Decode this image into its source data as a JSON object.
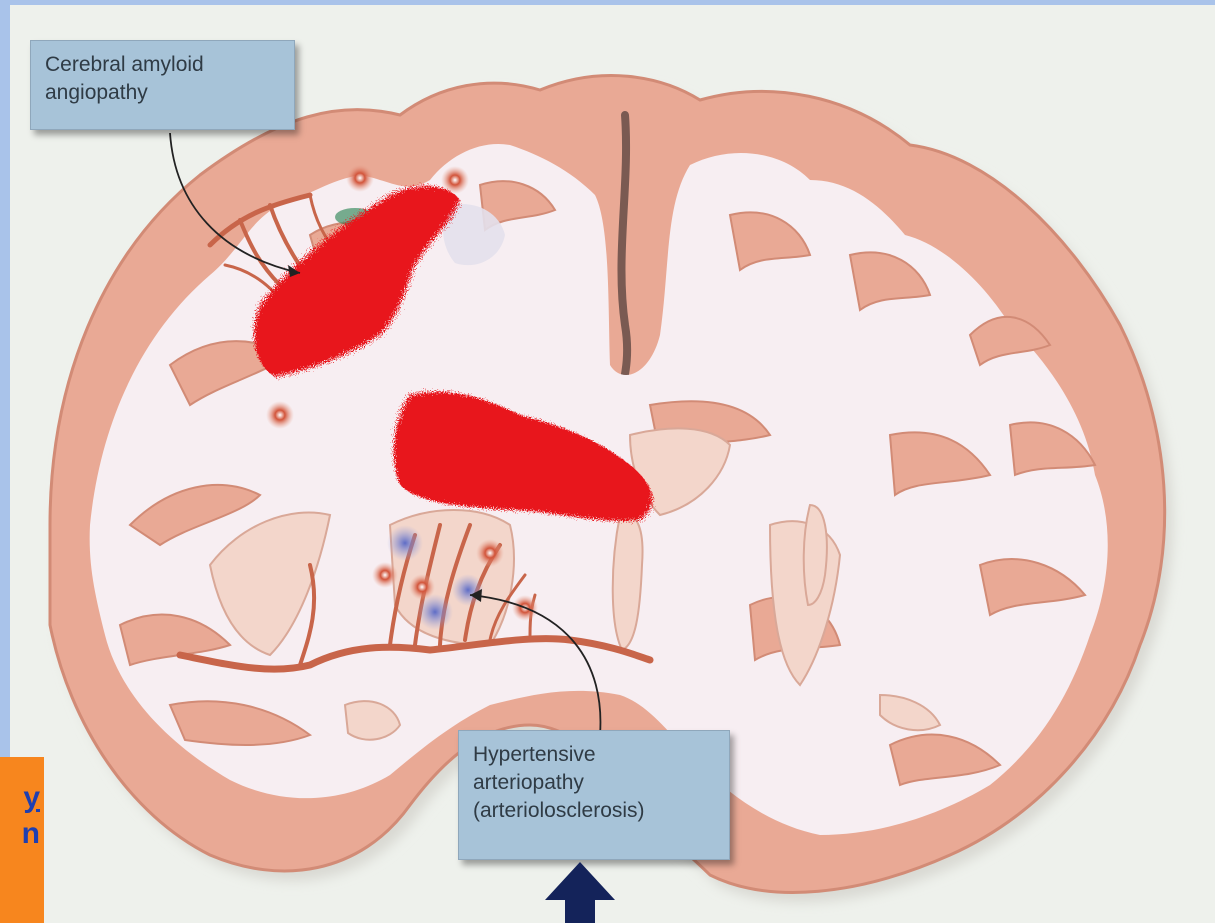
{
  "callouts": {
    "amyloid": [
      "Cerebral amyloid",
      "angiopathy"
    ],
    "hypertensive": [
      "Hypertensive",
      "arteriopathy",
      "(arteriolosclerosis)"
    ]
  },
  "side_label": {
    "line1": "y",
    "line2": "n"
  },
  "colors": {
    "background_frame": "#a9c3ea",
    "panel": "#eef1ec",
    "cortex": "#e9a995",
    "white_matter": "#f7eef2",
    "hemorrhage": "#e8131c",
    "vessel": "#c8654a",
    "microbleed_blue": "#7b86cf",
    "callout_fill": "#a7c3d8",
    "side_label_fill": "#f7861e",
    "side_label_text": "#1e3fb0",
    "arrow": "#14235a"
  },
  "icons": {
    "bottom_arrow": "up-arrow-icon"
  }
}
